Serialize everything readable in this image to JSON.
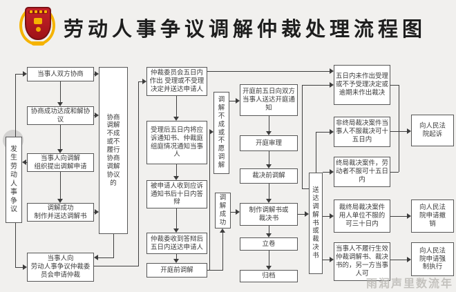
{
  "title": "劳动人事争议调解仲裁处理流程图",
  "watermark": "雨润声里数流年",
  "colors": {
    "background": "#f1f0ee",
    "box_border": "#555555",
    "line": "#3d3d3d",
    "emblem_red": "#c5232a",
    "emblem_gold": "#f5b301"
  },
  "nodes": {
    "l0": "发\n生\n劳\n动\n人\n事\n争\n议",
    "l1": "当事人双方协商",
    "l2": "协商成功达成和解协\n议",
    "l3": "当事人向调解\n组织提出调解申请",
    "l4": "调解成功\n制作并送达调解书",
    "l5": "当事人向\n劳动人事争议仲裁委\n员会申请仲裁",
    "v1": "协商\n调解\n不成\n或不\n履行\n协商\n调解\n协议\n的",
    "m1": "仲裁委员会五日内\n作出 受理或不受理\n决定并送达申请人",
    "m2": "受理后五日内将应\n诉通知书、仲裁庭\n组庭情况通知当事\n人",
    "m3": "被申请人收到应诉\n通知书后十日内答\n辩",
    "m4": "仲裁委收到答辩后\n五日内送达申请人",
    "m5": "开庭前调解",
    "v2": "调\n解\n不\n成\n或\n不\n愿\n调\n解",
    "v3": "调\n解\n成\n功",
    "c41": "开庭前五日向双方\n当事人送达开庭通\n知",
    "c42": "开庭审理",
    "c43": "裁决前调解",
    "c44": "制作调解书或\n裁决书",
    "c45": "立卷",
    "c46": "归档",
    "v4": "送\n达\n调\n解\n书\n或\n裁\n决\n书",
    "r1": "五日内未作出受理\n或不予受理决定或\n逾期未作出裁决",
    "r2": "非终局裁决案件当\n事人不服裁决可十\n五日内",
    "r3": "终局裁决案件，劳\n动者不服可十五日\n内",
    "r4": "裁终局裁决案件\n用人单位不服的\n可三十日内",
    "r5": "当事人不履行生效\n仲裁调解书、裁决\n书的，另一方当事\n人可",
    "rr1": "向人民法\n院起诉",
    "rr2": "向人民法\n院申请撤\n销",
    "rr3": "向人民法\n院申请强\n制执行"
  }
}
